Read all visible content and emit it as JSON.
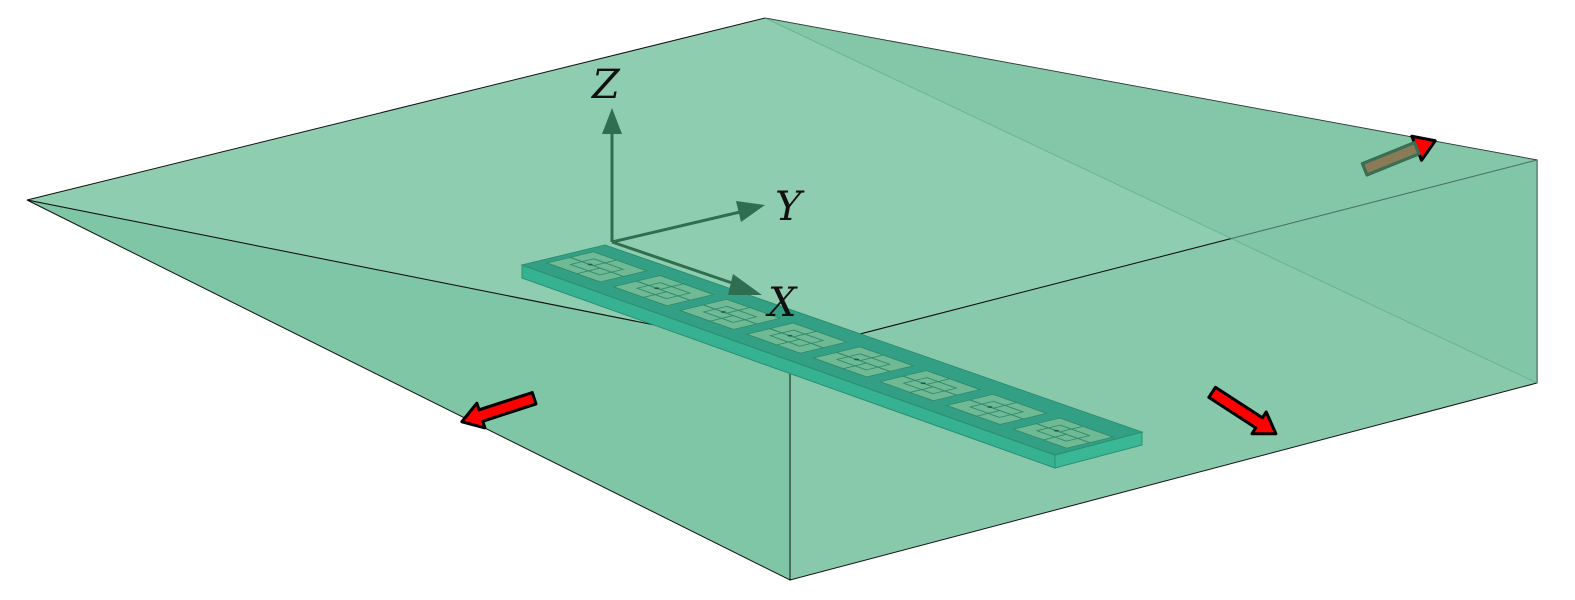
{
  "diagram": {
    "axes": {
      "x_label": "X",
      "y_label": "Y",
      "z_label": "Z"
    },
    "array": {
      "element_count": 8
    },
    "colors": {
      "box_top": "#8fcdb0",
      "box_side": "#7fc6a6",
      "box_right": "#88c9ab",
      "board_top": "#33a085",
      "board_edge": "#36b293",
      "pad": "#6fb994",
      "axis": "#2f6e50",
      "port_arrow": "#ff0000",
      "port_arrow_back": "#8a7a56"
    }
  }
}
